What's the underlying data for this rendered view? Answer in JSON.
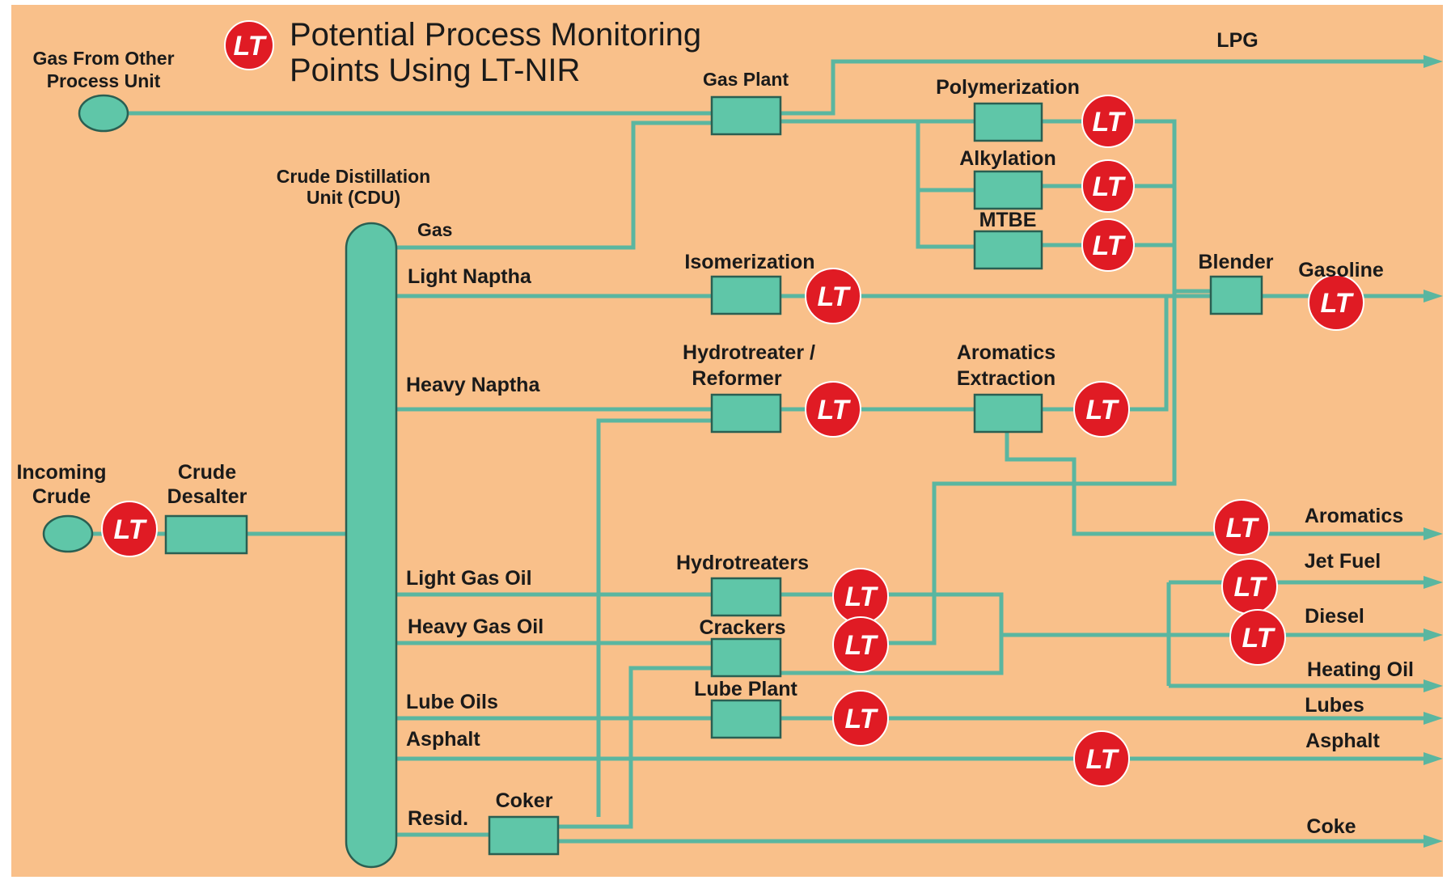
{
  "title": {
    "line1": "Potential Process Monitoring",
    "line2": "Points Using LT-NIR"
  },
  "lt_marker_text": "LT",
  "colors": {
    "background": "#f9c08a",
    "pipe": "#5ab6a0",
    "unit": "#5fc6a8",
    "lt": "#e01b24"
  },
  "sources": {
    "gas_other": {
      "line1": "Gas From Other",
      "line2": "Process Unit"
    },
    "incoming_crude": {
      "line1": "Incoming",
      "line2": "Crude"
    }
  },
  "units": {
    "desalter": {
      "line1": "Crude",
      "line2": "Desalter"
    },
    "cdu": {
      "line1": "Crude Distillation",
      "line2": "Unit (CDU)"
    },
    "gas_plant": "Gas Plant",
    "polymerization": "Polymerization",
    "alkylation": "Alkylation",
    "mtbe": "MTBE",
    "isomerization": "Isomerization",
    "hydrotreater_reformer": {
      "line1": "Hydrotreater /",
      "line2": "Reformer"
    },
    "aromatics_extraction": {
      "line1": "Aromatics",
      "line2": "Extraction"
    },
    "blender": "Blender",
    "hydrotreaters": "Hydrotreaters",
    "crackers": "Crackers",
    "lube_plant": "Lube Plant",
    "coker": "Coker"
  },
  "cdu_streams": {
    "gas": "Gas",
    "light_naptha": "Light Naptha",
    "heavy_naptha": "Heavy Naptha",
    "light_gas_oil": "Light Gas Oil",
    "heavy_gas_oil": "Heavy Gas Oil",
    "lube_oils": "Lube Oils",
    "asphalt": "Asphalt",
    "resid": "Resid."
  },
  "products": {
    "lpg": "LPG",
    "gasoline": "Gasoline",
    "aromatics": "Aromatics",
    "jet_fuel": "Jet Fuel",
    "diesel": "Diesel",
    "heating_oil": "Heating Oil",
    "lubes": "Lubes",
    "asphalt": "Asphalt",
    "coke": "Coke"
  }
}
